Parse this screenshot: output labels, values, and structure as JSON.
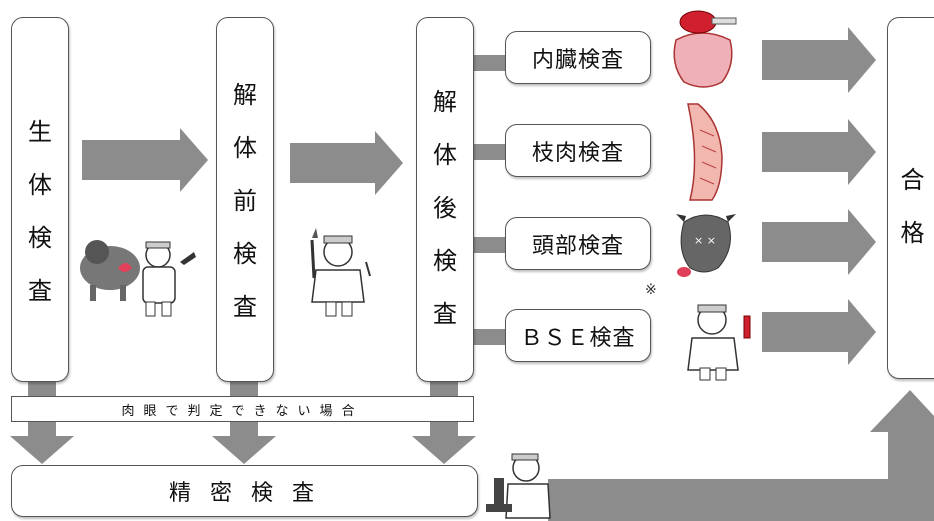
{
  "stages": {
    "live_inspection": [
      "生",
      "体",
      "検",
      "査"
    ],
    "pre_slaughter_inspection": [
      "解",
      "体",
      "前",
      "検",
      "査"
    ],
    "post_slaughter_inspection": [
      "解",
      "体",
      "後",
      "検",
      "査"
    ],
    "pass": [
      "合",
      "格"
    ]
  },
  "sub_inspections": {
    "viscera": "内臓検査",
    "carcass": "枝肉検査",
    "head": "頭部検査",
    "bse": "ＢＳＥ検査"
  },
  "bse_note_mark": "※",
  "visual_judgment_banner": "肉眼で判定できない場合",
  "detailed_inspection": "精 密 検 査",
  "colors": {
    "arrow": "#8c8c8c",
    "border": "#555555"
  },
  "icons": [
    "cow-and-inspector-icon",
    "knife-inspector-icon",
    "organ-icon",
    "carcass-icon",
    "cow-head-icon",
    "bse-scientist-icon",
    "microscope-scientist-icon"
  ]
}
